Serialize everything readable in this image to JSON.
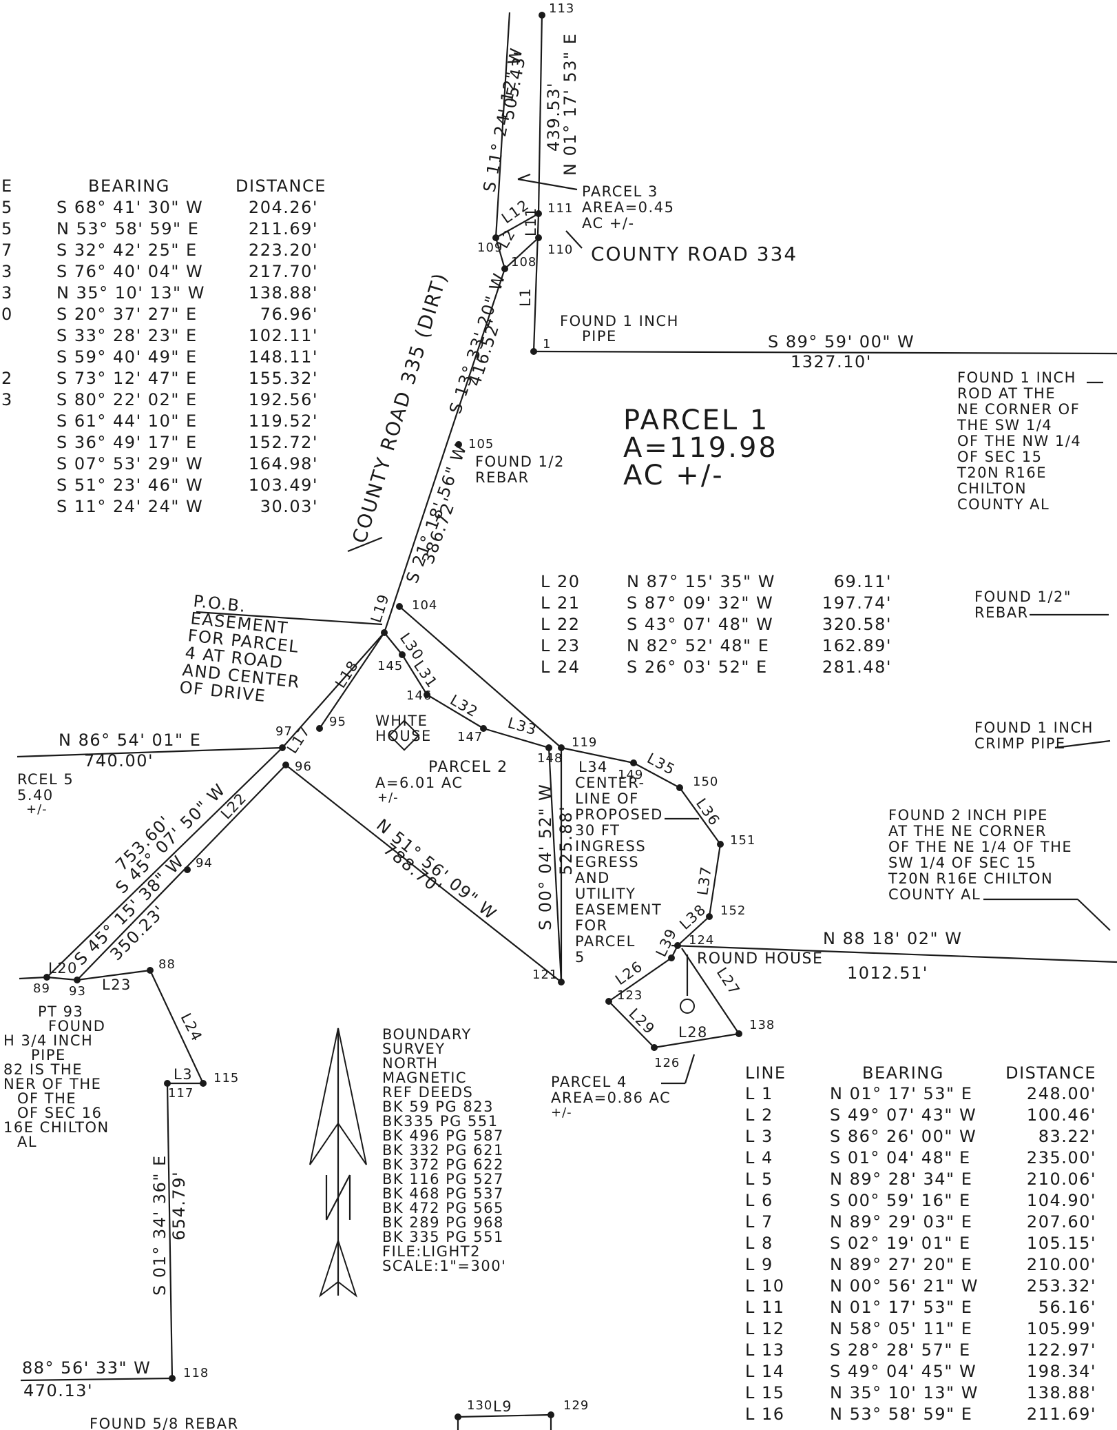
{
  "left_table": {
    "bearing_header": "BEARING",
    "distance_header": "DISTANCE",
    "cutoff_labels": [
      "E",
      "5",
      "5",
      "7",
      "3",
      "3",
      "0",
      "",
      "",
      "2",
      "3",
      "",
      "",
      "",
      "",
      ""
    ],
    "rows": [
      {
        "bearing": "S 68° 41' 30\" W",
        "distance": "204.26'"
      },
      {
        "bearing": "N 53° 58' 59\" E",
        "distance": "211.69'"
      },
      {
        "bearing": "S 32° 42' 25\" E",
        "distance": "223.20'"
      },
      {
        "bearing": "S 76° 40' 04\" W",
        "distance": "217.70'"
      },
      {
        "bearing": "N 35° 10' 13\" W",
        "distance": "138.88'"
      },
      {
        "bearing": "S 20° 37' 27\" E",
        "distance": "76.96'"
      },
      {
        "bearing": "S 33° 28' 23\" E",
        "distance": "102.11'"
      },
      {
        "bearing": "S 59° 40' 49\" E",
        "distance": "148.11'"
      },
      {
        "bearing": "S 73° 12' 47\" E",
        "distance": "155.32'"
      },
      {
        "bearing": "S 80° 22' 02\" E",
        "distance": "192.56'"
      },
      {
        "bearing": "S 61° 44' 10\" E",
        "distance": "119.52'"
      },
      {
        "bearing": "S 36° 49' 17\" E",
        "distance": "152.72'"
      },
      {
        "bearing": "S 07° 53' 29\" W",
        "distance": "164.98'"
      },
      {
        "bearing": "S 51° 23' 46\" W",
        "distance": "103.49'"
      },
      {
        "bearing": "S 11° 24' 24\" W",
        "distance": "30.03'"
      }
    ]
  },
  "mid_table": {
    "rows": [
      {
        "line": "L 20",
        "bearing": "N 87° 15' 35\" W",
        "distance": "69.11'"
      },
      {
        "line": "L 21",
        "bearing": "S 87° 09' 32\" W",
        "distance": "197.74'"
      },
      {
        "line": "L 22",
        "bearing": "S 43° 07' 48\" W",
        "distance": "320.58'"
      },
      {
        "line": "L 23",
        "bearing": "N 82° 52' 48\" E",
        "distance": "162.89'"
      },
      {
        "line": "L 24",
        "bearing": "S 26° 03' 52\" E",
        "distance": "281.48'"
      }
    ]
  },
  "right_table": {
    "line_header": "LINE",
    "bearing_header": "BEARING",
    "distance_header": "DISTANCE",
    "rows": [
      {
        "line": "L 1",
        "bearing": "N 01° 17' 53\" E",
        "distance": "248.00'"
      },
      {
        "line": "L 2",
        "bearing": "S 49° 07' 43\" W",
        "distance": "100.46'"
      },
      {
        "line": "L 3",
        "bearing": "S 86° 26' 00\" W",
        "distance": "83.22'"
      },
      {
        "line": "L 4",
        "bearing": "S 01° 04' 48\" E",
        "distance": "235.00'"
      },
      {
        "line": "L 5",
        "bearing": "N 89° 28' 34\" E",
        "distance": "210.06'"
      },
      {
        "line": "L 6",
        "bearing": "S 00° 59' 16\" E",
        "distance": "104.90'"
      },
      {
        "line": "L 7",
        "bearing": "N 89° 29' 03\" E",
        "distance": "207.60'"
      },
      {
        "line": "L 8",
        "bearing": "S 02° 19' 01\" E",
        "distance": "105.15'"
      },
      {
        "line": "L 9",
        "bearing": "N 89° 27' 20\" E",
        "distance": "210.00'"
      },
      {
        "line": "L 10",
        "bearing": "N 00° 56' 21\" W",
        "distance": "253.32'"
      },
      {
        "line": "L 11",
        "bearing": "N 01° 17' 53\" E",
        "distance": "56.16'"
      },
      {
        "line": "L 12",
        "bearing": "N 58° 05' 11\" E",
        "distance": "105.99'"
      },
      {
        "line": "L 13",
        "bearing": "S 28° 28' 57\" E",
        "distance": "122.97'"
      },
      {
        "line": "L 14",
        "bearing": "S 49° 04' 45\" W",
        "distance": "198.34'"
      },
      {
        "line": "L 15",
        "bearing": "N 35° 10' 13\" W",
        "distance": "138.88'"
      },
      {
        "line": "L 16",
        "bearing": "N 53° 58' 59\" E",
        "distance": "211.69'"
      }
    ]
  },
  "callouts": {
    "parcel1_title": "PARCEL 1",
    "parcel1_area": "A=119.98",
    "parcel1_ac": "AC +/-",
    "parcel2_title": "PARCEL 2",
    "parcel2_area": "A=6.01 AC",
    "parcel2_pm": "+/-",
    "parcel3": [
      "PARCEL 3",
      "AREA=0.45",
      "AC +/-"
    ],
    "parcel4": [
      "PARCEL 4",
      "AREA=0.86 AC",
      "+/-"
    ],
    "parcel5": [
      "RCEL 5",
      "5.40",
      "+/-"
    ],
    "county_road_334": "COUNTY ROAD 334",
    "county_road_335": "COUNTY ROAD 335 (DIRT)",
    "found_pipe_top": [
      "FOUND 1 INCH",
      "PIPE"
    ],
    "found_rebar_105": [
      "FOUND 1/2",
      "REBAR"
    ],
    "found_rod_ne": [
      "FOUND 1 INCH",
      "ROD AT THE",
      "NE CORNER OF",
      "THE SW 1/4",
      "OF THE NW 1/4",
      "OF SEC 15",
      "T20N R16E",
      "CHILTON",
      "COUNTY AL"
    ],
    "found_rebar_right": [
      "FOUND 1/2\"",
      "REBAR"
    ],
    "found_crimp": [
      "FOUND 1 INCH",
      "CRIMP PIPE"
    ],
    "found_2inch": [
      "FOUND 2 INCH PIPE",
      "AT THE NE CORNER",
      "OF THE NE 1/4 OF THE",
      "SW 1/4 OF SEC 15",
      "T20N R16E CHILTON",
      "COUNTY AL"
    ],
    "pob": [
      "P.O.B.",
      "EASEMENT",
      "FOR PARCEL",
      "4 AT ROAD",
      "AND CENTER",
      "OF DRIVE"
    ],
    "white_house": [
      "WHITE",
      "HOUSE"
    ],
    "round_house": "ROUND HOUSE",
    "centerline": [
      "CENTER-",
      "LINE OF",
      "PROPOSED",
      "30 FT",
      "INGRESS",
      "EGRESS",
      "AND",
      "UTILITY",
      "EASEMENT",
      "FOR",
      "PARCEL",
      "5"
    ],
    "pt93": [
      "PT 93",
      "FOUND",
      "H 3/4 INCH",
      "PIPE",
      "82 IS THE",
      "NER OF THE",
      "OF THE",
      "OF SEC 16",
      "16E CHILTON",
      "AL"
    ],
    "boundary": [
      "BOUNDARY",
      "SURVEY",
      "NORTH",
      "MAGNETIC",
      "REF DEEDS",
      "BK 59 PG 823",
      "BK335 PG 551",
      "BK 496 PG 587",
      "BK 332 PG 621",
      "BK 372 PG 622",
      "BK 116 PG 527",
      "BK 468 PG 537",
      "BK 472 PG 565",
      "BK 289 PG 968",
      "BK 335 PG 551",
      "FILE:LIGHT2",
      "SCALE:1\"=300'"
    ],
    "found_bottom": "FOUND 5/8 REBAR"
  },
  "line_labels": {
    "top_bearing": "S 11° 24' 12\" W",
    "top_dist": "505.43'",
    "right_bearing": "N 01° 17' 53\" E",
    "right_dist": "439.53'",
    "east_bearing": "S 89° 59' 00\" W",
    "east_dist": "1327.10'",
    "road_bearing": "S 13° 33' 20\" W",
    "road_dist": "416.52'",
    "road2_bearing": "S 21° 18' 56\" W",
    "road2_dist": "386.72'",
    "west_bearing": "N 86° 54' 01\" E",
    "west_dist": "740.00'",
    "sw_bearing": "S 45° 07' 50\" W",
    "sw_dist": "753.60'",
    "sw2_bearing": "S 45° 15' 38\" W",
    "sw2_dist": "350.23'",
    "diag_bearing": "N 51° 56' 09\" W",
    "diag_dist": "788.70'",
    "vert_bearing": "S 00° 04' 52\" W",
    "vert_dist": "525.88'",
    "east2_bearing": "N 88 18' 02\" W",
    "east2_dist": "1012.51'",
    "s_bearing": "S 01° 34' 36\" E",
    "s_dist": "654.79'",
    "sw_bottom_bearing": "88° 56' 33\" W",
    "sw_bottom_dist": "470.13'"
  },
  "segment_labels": [
    "L1",
    "L2",
    "L11",
    "L12",
    "L3",
    "L9",
    "L17",
    "L18",
    "L19",
    "L20",
    "L22",
    "L23",
    "L24",
    "L26",
    "L27",
    "L28",
    "L29",
    "L30",
    "L31",
    "L32",
    "L33",
    "L34",
    "L35",
    "L36",
    "L37",
    "L38",
    "L39"
  ],
  "points": [
    "113",
    "111",
    "110",
    "109",
    "108",
    "1",
    "105",
    "104",
    "145",
    "146",
    "147",
    "148",
    "119",
    "149",
    "150",
    "151",
    "152",
    "124",
    "123",
    "126",
    "138",
    "121",
    "97",
    "95",
    "96",
    "94",
    "88",
    "89",
    "93",
    "115",
    "117",
    "118",
    "130",
    "129"
  ]
}
